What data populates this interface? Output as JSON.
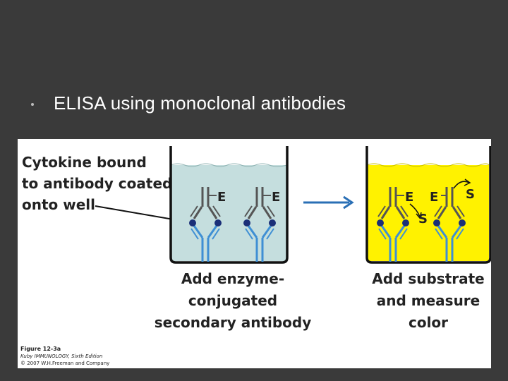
{
  "slide": {
    "bullet_text": "ELISA using monoclonal antibodies"
  },
  "figure": {
    "callout_lines": [
      "Cytokine bound",
      "to antibody coated",
      "onto well"
    ],
    "left_caption_lines": [
      "Add enzyme-",
      "conjugated",
      "secondary antibody"
    ],
    "right_caption_lines": [
      "Add substrate",
      "and measure",
      "color"
    ],
    "enzyme_label": "E",
    "substrate_label": "S",
    "credit_lines": [
      "Figure 12-3a",
      "Kuby IMMUNOLOGY, Sixth Edition",
      "© 2007 W.H.Freeman and Company"
    ],
    "colors": {
      "well_fill_left": "#c5dede",
      "well_fill_right": "#fff200",
      "antibody_blue": "#3f8fd4",
      "antigen_navy": "#1b2f78",
      "arrow_blue": "#2a6fb5",
      "slide_background": "#3a3a3a"
    }
  }
}
